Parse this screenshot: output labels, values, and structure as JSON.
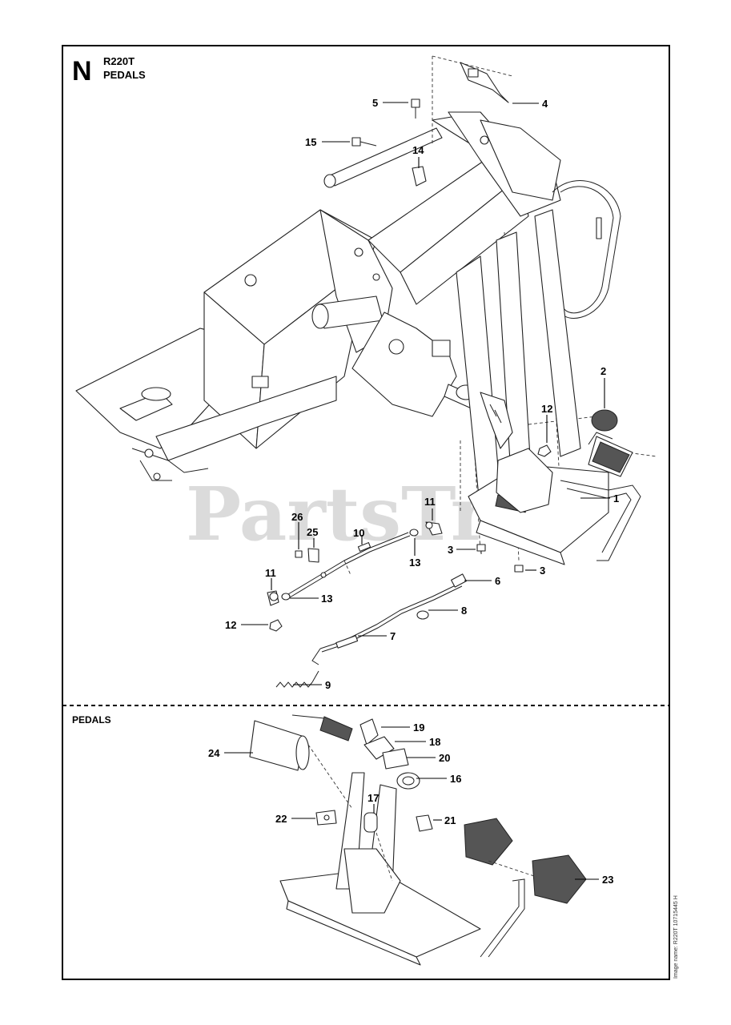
{
  "header": {
    "letter": "N",
    "model": "R220T",
    "title": "PEDALS"
  },
  "watermark": "PartsTree",
  "lower_section": {
    "title": "PEDALS"
  },
  "image_name": "Image name: R220T 10715445 H",
  "callouts": {
    "c5": "5",
    "c4": "4",
    "c15": "15",
    "c14": "14",
    "c2": "2",
    "c12a": "12",
    "c1": "1",
    "c11a": "11",
    "c26": "26",
    "c25": "25",
    "c10": "10",
    "c3a": "3",
    "c13a": "13",
    "c3b": "3",
    "c11b": "11",
    "c13b": "13",
    "c6": "6",
    "c12b": "12",
    "c8": "8",
    "c7": "7",
    "c9": "9",
    "c19": "19",
    "c18": "18",
    "c24": "24",
    "c20": "20",
    "c16": "16",
    "c17": "17",
    "c22": "22",
    "c21": "21",
    "c23": "23"
  }
}
